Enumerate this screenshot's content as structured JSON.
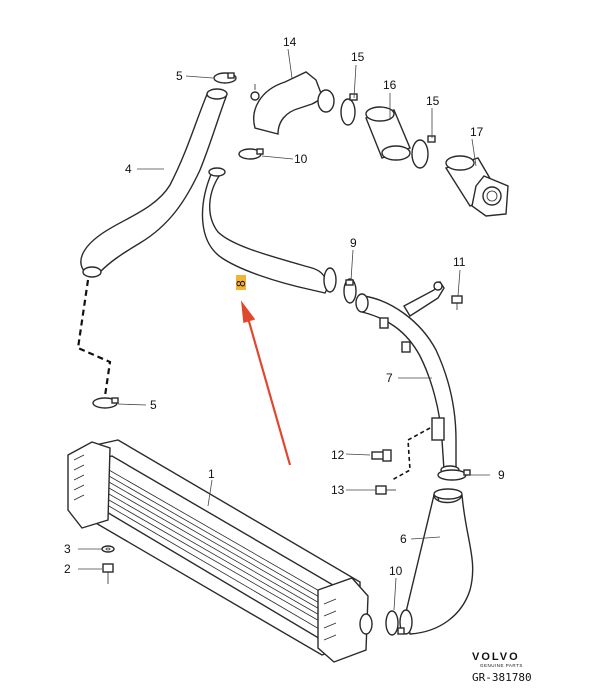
{
  "diagram": {
    "part_labels": {
      "p1": "1",
      "p2": "2",
      "p3": "3",
      "p4": "4",
      "p5a": "5",
      "p5b": "5",
      "p6": "6",
      "p7": "7",
      "p8": "8",
      "p9a": "9",
      "p9b": "9",
      "p10a": "10",
      "p10b": "10",
      "p11": "11",
      "p12": "12",
      "p13": "13",
      "p14": "14",
      "p15a": "15",
      "p15b": "15",
      "p16": "16",
      "p17": "17"
    },
    "highlight_color": "#f5b335",
    "arrow_color": "#e0482e",
    "brand": {
      "name": "VOLVO",
      "tagline": "GENUINE PARTS"
    },
    "reference": "GR-381780"
  }
}
